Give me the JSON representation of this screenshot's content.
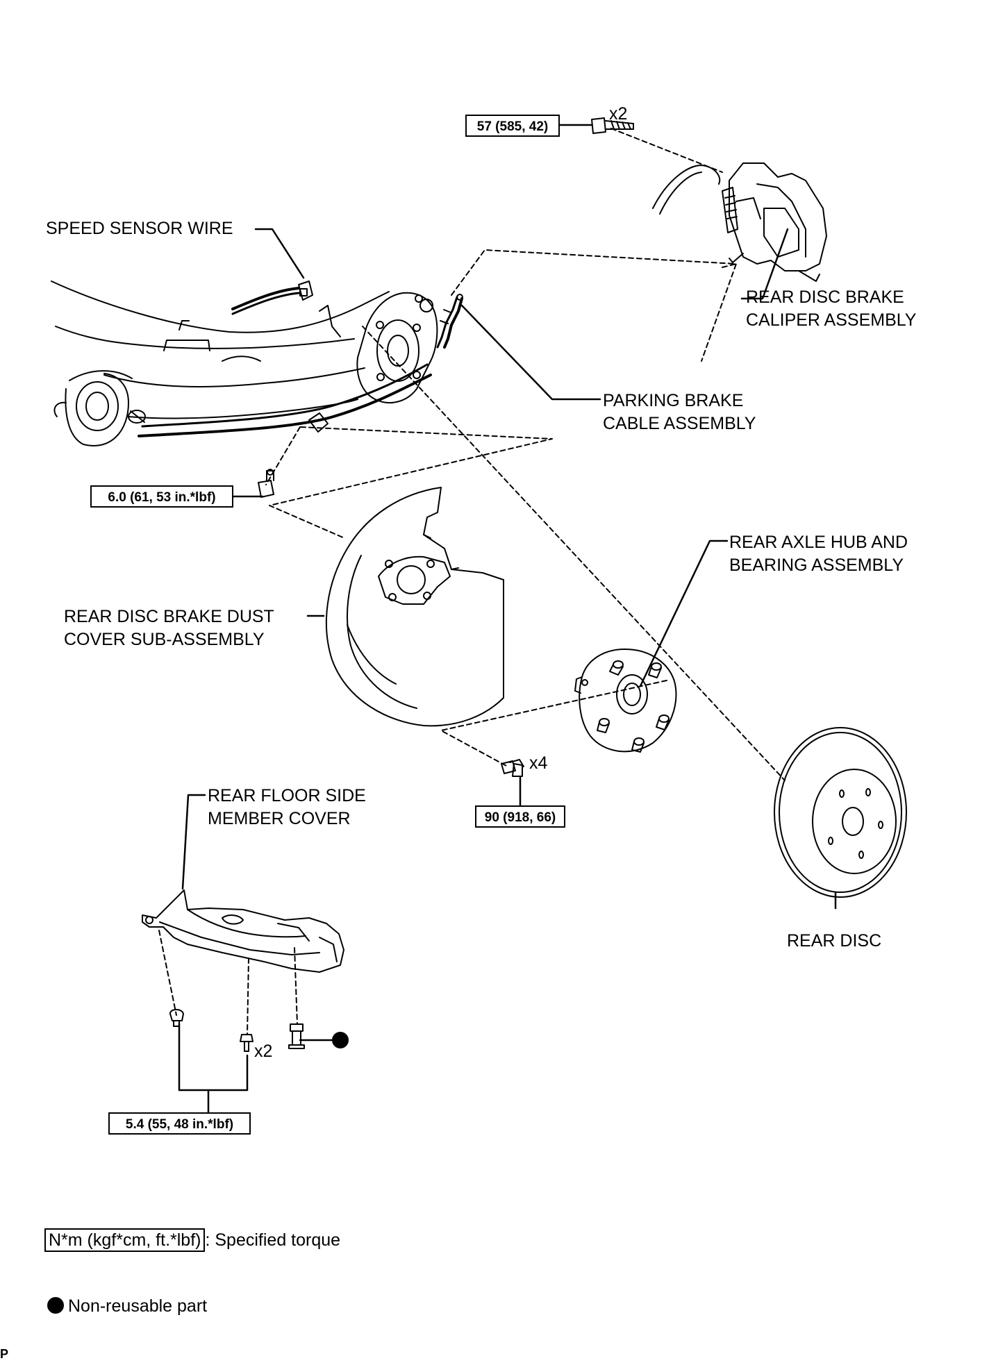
{
  "labels": {
    "speed_sensor_wire": [
      "SPEED SENSOR WIRE"
    ],
    "caliper": [
      "REAR DISC BRAKE",
      "CALIPER ASSEMBLY"
    ],
    "parking_brake_cable": [
      "PARKING BRAKE",
      "CABLE ASSEMBLY"
    ],
    "axle_hub": [
      "REAR AXLE HUB AND",
      "BEARING ASSEMBLY"
    ],
    "dust_cover": [
      "REAR DISC BRAKE DUST",
      "COVER SUB-ASSEMBLY"
    ],
    "floor_cover": [
      "REAR FLOOR SIDE",
      "MEMBER COVER"
    ],
    "rear_disc": [
      "REAR DISC"
    ]
  },
  "torques": {
    "caliper_bolt": "57 (585, 42)",
    "cable_bolt": "6.0 (61, 53 in.*lbf)",
    "hub_bolt": "90 (918, 66)",
    "cover_bolts": "5.4 (55, 48 in.*lbf)"
  },
  "quantities": {
    "caliper_bolt": "x2",
    "hub_bolt": "x4",
    "cover_bolt": "x2"
  },
  "legend": {
    "torque_unit": "N*m (kgf*cm, ft.*lbf)",
    "torque_text": ": Specified torque",
    "non_reusable_text": "Non-reusable part"
  },
  "corner_mark": "P"
}
